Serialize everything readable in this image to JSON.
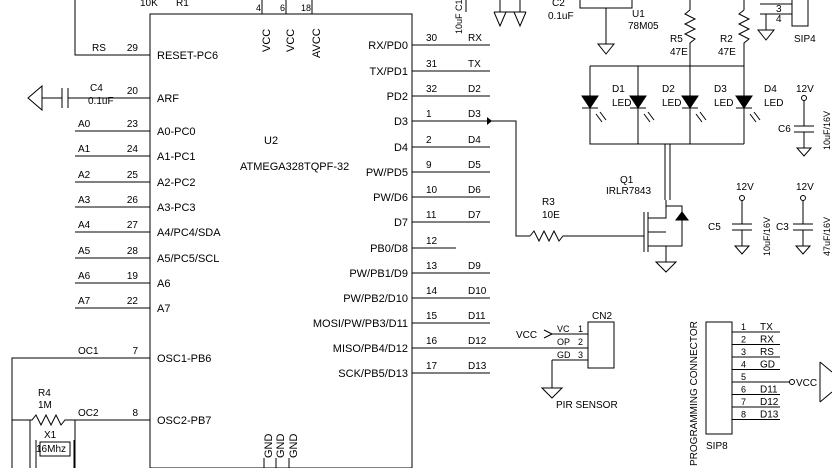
{
  "mcu": {
    "ref": "U2",
    "part": "ATMEGA328TQPF-32",
    "left_pins": [
      {
        "num": "29",
        "name": "RESET-PC6",
        "net": "RS"
      },
      {
        "num": "20",
        "name": "ARF",
        "net": ""
      },
      {
        "num": "23",
        "name": "A0-PC0",
        "net": "A0"
      },
      {
        "num": "24",
        "name": "A1-PC1",
        "net": "A1"
      },
      {
        "num": "25",
        "name": "A2-PC2",
        "net": "A2"
      },
      {
        "num": "26",
        "name": "A3-PC3",
        "net": "A3"
      },
      {
        "num": "27",
        "name": "A4/PC4/SDA",
        "net": "A4"
      },
      {
        "num": "28",
        "name": "A5/PC5/SCL",
        "net": "A5"
      },
      {
        "num": "19",
        "name": "A6",
        "net": "A6"
      },
      {
        "num": "22",
        "name": "A7",
        "net": "A7"
      },
      {
        "num": "7",
        "name": "OSC1-PB6",
        "net": "OC1"
      },
      {
        "num": "8",
        "name": "OSC2-PB7",
        "net": "OC2"
      }
    ],
    "right_pins": [
      {
        "num": "30",
        "name": "RX/PD0",
        "net": "RX"
      },
      {
        "num": "31",
        "name": "TX/PD1",
        "net": "TX"
      },
      {
        "num": "32",
        "name": "PD2",
        "net": "D2"
      },
      {
        "num": "1",
        "name": "D3",
        "net": "D3"
      },
      {
        "num": "2",
        "name": "D4",
        "net": "D4"
      },
      {
        "num": "9",
        "name": "PW/PD5",
        "net": "D5"
      },
      {
        "num": "10",
        "name": "PW/D6",
        "net": "D6"
      },
      {
        "num": "11",
        "name": "D7",
        "net": "D7"
      },
      {
        "num": "12",
        "name": "PB0/D8",
        "net": ""
      },
      {
        "num": "13",
        "name": "PW/PB1/D9",
        "net": "D9"
      },
      {
        "num": "14",
        "name": "PW/PB2/D10",
        "net": "D10"
      },
      {
        "num": "15",
        "name": "MOSI/PW/PB3/D11",
        "net": "D11"
      },
      {
        "num": "16",
        "name": "MISO/PB4/D12",
        "net": "D12"
      },
      {
        "num": "17",
        "name": "SCK/PB5/D13",
        "net": "D13"
      }
    ],
    "top_pins": [
      {
        "num": "4",
        "name": "VCC"
      },
      {
        "num": "6",
        "name": "VCC"
      },
      {
        "num": "18",
        "name": "AVCC"
      }
    ],
    "bottom_pins": [
      "GND",
      "GND",
      "GND"
    ]
  },
  "top_left": {
    "r1_value": "10K",
    "r1_ref": "R1"
  },
  "arf_cap": {
    "ref": "C4",
    "value": "0.1uF"
  },
  "crystal": {
    "r_ref": "R4",
    "r_value": "1M",
    "x_ref": "X1",
    "x_value": "16Mhz"
  },
  "regulator": {
    "c1_label": "10uF C1",
    "c2_ref": "C2",
    "c2_value": "0.1uF",
    "u_ref": "U1",
    "u_value": "78M05"
  },
  "leds": {
    "r5_ref": "R5",
    "r5_value": "47E",
    "r2_ref": "R2",
    "r2_value": "47E",
    "d1_ref": "D1",
    "d2_ref": "D2",
    "d3_ref": "D3",
    "d4_ref": "D4",
    "led_label": "LED",
    "supply": "12V",
    "c6_ref": "C6",
    "c6_value": "10uF/16V"
  },
  "mosfet": {
    "q_ref": "Q1",
    "q_value": "IRLR7843",
    "r_ref": "R3",
    "r_value": "10E"
  },
  "caps_12v": {
    "supply": "12V",
    "c5_ref": "C5",
    "c5_value": "10uF/16V",
    "c3_ref": "C3",
    "c3_value": "47uF/16V"
  },
  "sip4": {
    "label": "SIP4",
    "pin3": "3",
    "pin4": "4"
  },
  "pir": {
    "ref": "CN2",
    "label": "PIR SENSOR",
    "vcc": "VCC",
    "pins": [
      {
        "name": "VC",
        "num": "1"
      },
      {
        "name": "OP",
        "num": "2"
      },
      {
        "name": "GD",
        "num": "3"
      }
    ]
  },
  "prog": {
    "title": "PROGRAMMING CONNECTOR",
    "label": "SIP8",
    "vcc": "VCC",
    "pins": [
      {
        "num": "1",
        "net": "TX"
      },
      {
        "num": "2",
        "net": "RX"
      },
      {
        "num": "3",
        "net": "RS"
      },
      {
        "num": "4",
        "net": "GD"
      },
      {
        "num": "5",
        "net": ""
      },
      {
        "num": "6",
        "net": "D11"
      },
      {
        "num": "7",
        "net": "D12"
      },
      {
        "num": "8",
        "net": "D13"
      }
    ]
  }
}
